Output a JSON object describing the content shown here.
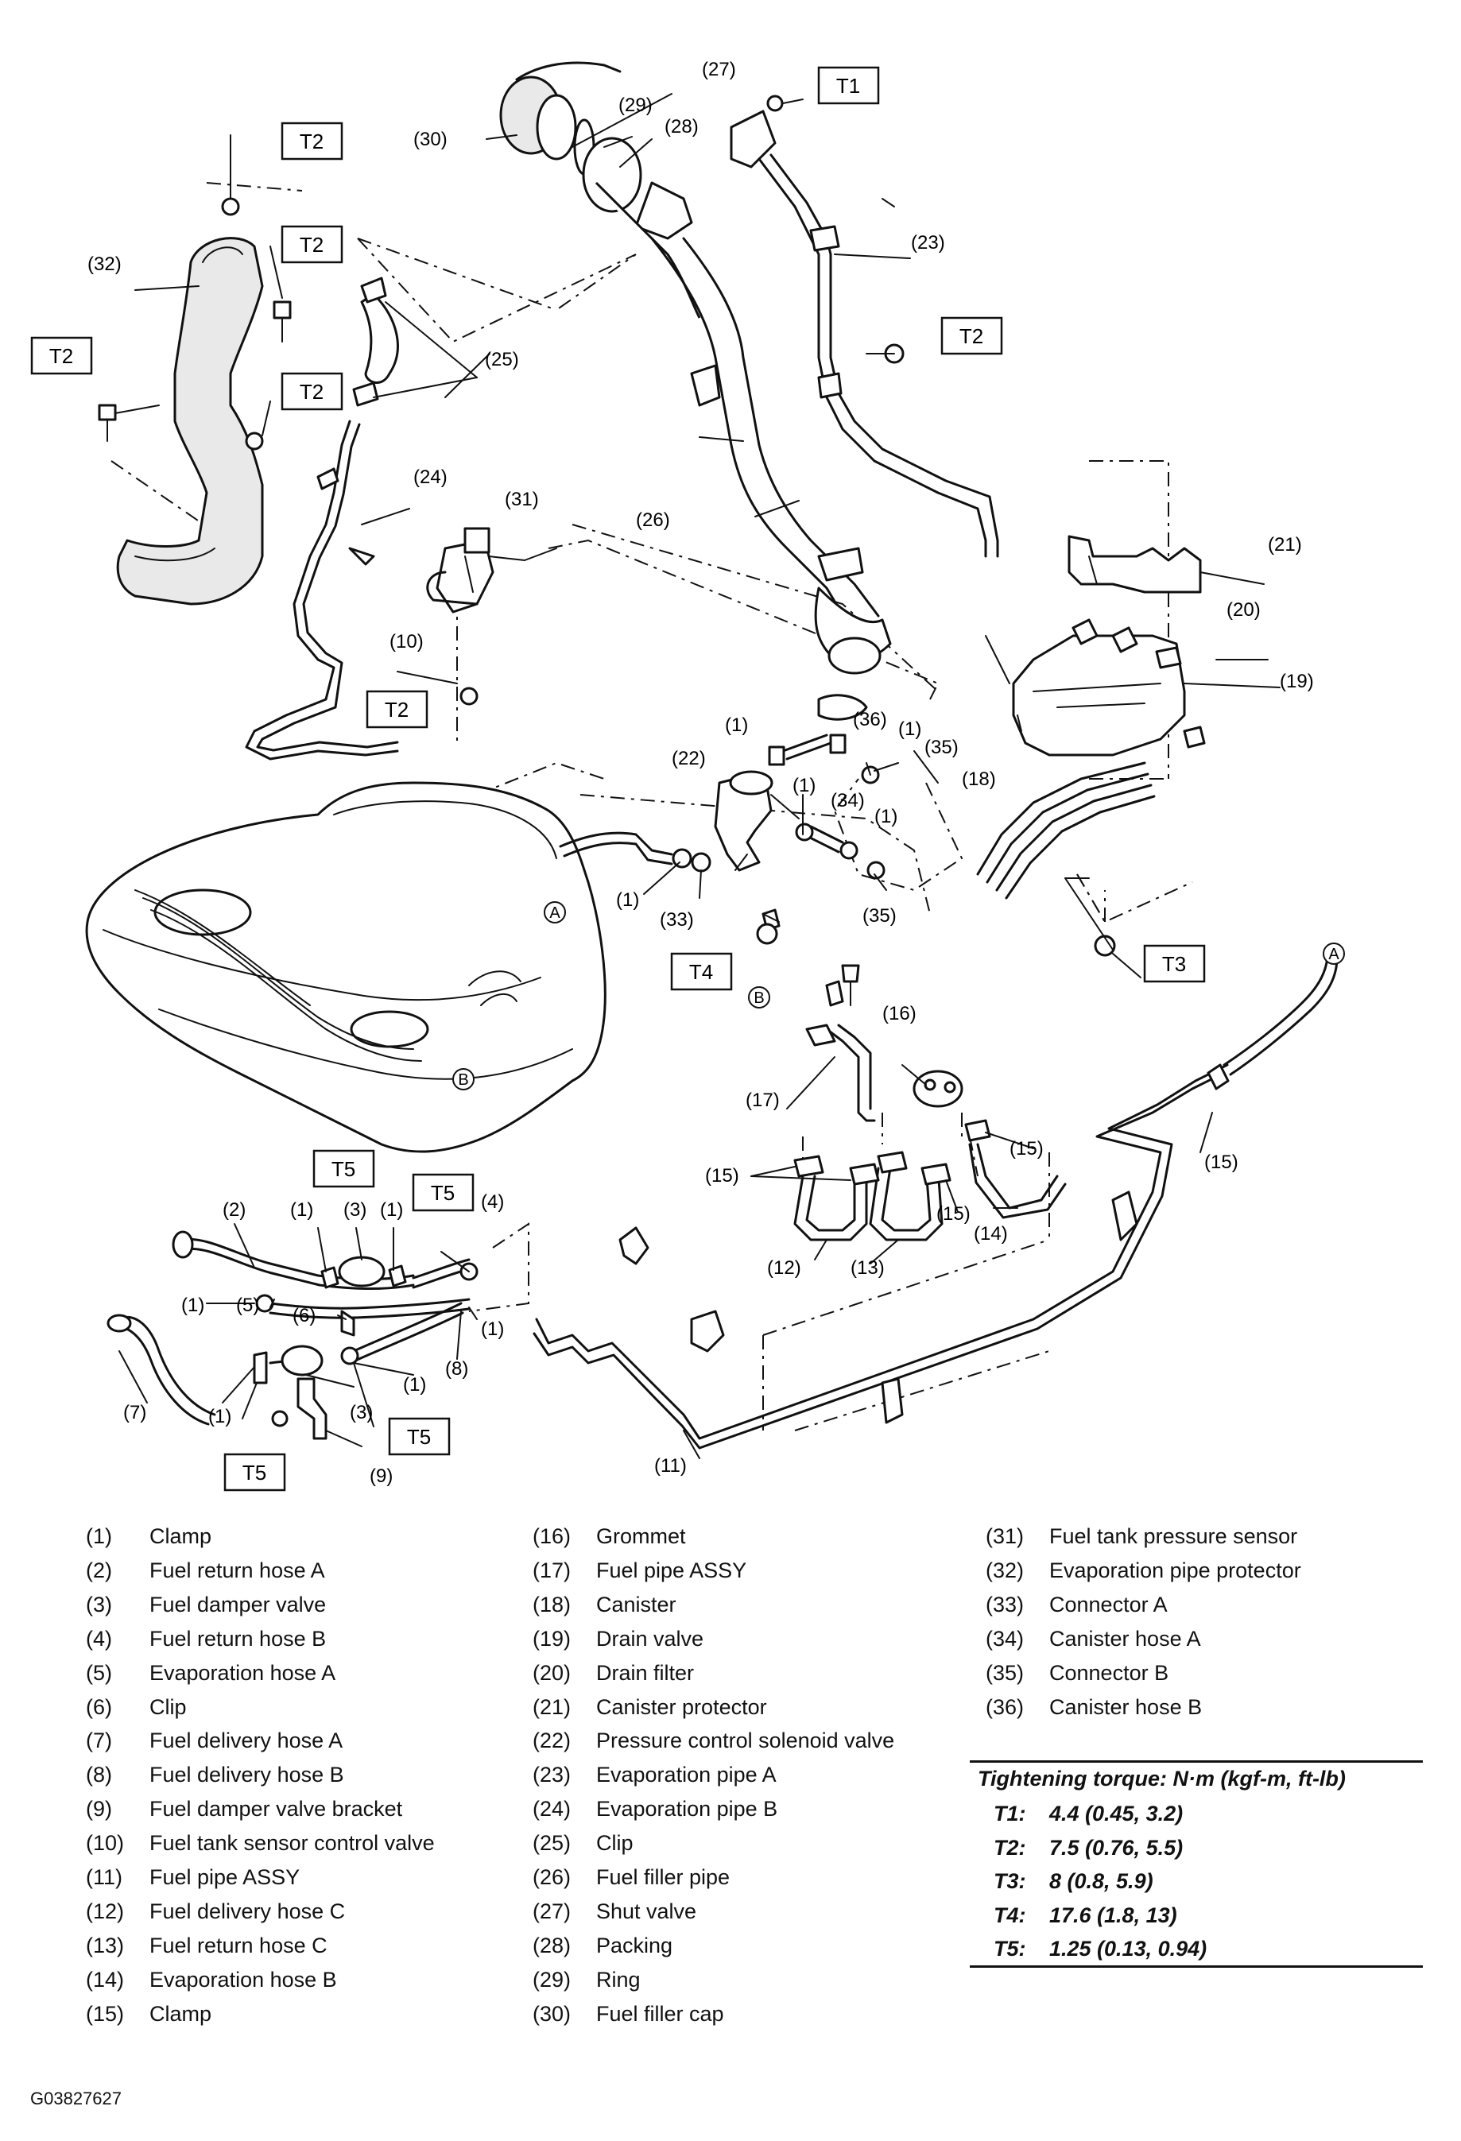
{
  "figure_id": "G03827627",
  "callouts": {
    "c1": "(1)",
    "c2": "(2)",
    "c3": "(3)",
    "c4": "(4)",
    "c5": "(5)",
    "c6": "(6)",
    "c7": "(7)",
    "c8": "(8)",
    "c9": "(9)",
    "c10": "(10)",
    "c11": "(11)",
    "c12": "(12)",
    "c13": "(13)",
    "c14": "(14)",
    "c15": "(15)",
    "c16": "(16)",
    "c17": "(17)",
    "c18": "(18)",
    "c19": "(19)",
    "c20": "(20)",
    "c21": "(21)",
    "c22": "(22)",
    "c23": "(23)",
    "c24": "(24)",
    "c25": "(25)",
    "c26": "(26)",
    "c27": "(27)",
    "c28": "(28)",
    "c29": "(29)",
    "c30": "(30)",
    "c31": "(31)",
    "c32": "(32)",
    "c33": "(33)",
    "c34": "(34)",
    "c35": "(35)",
    "c36": "(36)"
  },
  "torque_tags": {
    "t1": "T1",
    "t2": "T2",
    "t3": "T3",
    "t4": "T4",
    "t5": "T5"
  },
  "connectors": {
    "a": "A",
    "b": "B"
  },
  "legend": {
    "col1": [
      {
        "num": "(1)",
        "label": "Clamp"
      },
      {
        "num": "(2)",
        "label": "Fuel return hose A"
      },
      {
        "num": "(3)",
        "label": "Fuel damper valve"
      },
      {
        "num": "(4)",
        "label": "Fuel return hose B"
      },
      {
        "num": "(5)",
        "label": "Evaporation hose A"
      },
      {
        "num": "(6)",
        "label": "Clip"
      },
      {
        "num": "(7)",
        "label": "Fuel delivery hose A"
      },
      {
        "num": "(8)",
        "label": "Fuel delivery hose B"
      },
      {
        "num": "(9)",
        "label": "Fuel damper valve bracket"
      },
      {
        "num": "(10)",
        "label": "Fuel tank sensor control valve"
      },
      {
        "num": "(11)",
        "label": "Fuel pipe ASSY"
      },
      {
        "num": "(12)",
        "label": "Fuel delivery hose C"
      },
      {
        "num": "(13)",
        "label": "Fuel return hose C"
      },
      {
        "num": "(14)",
        "label": "Evaporation hose B"
      },
      {
        "num": "(15)",
        "label": "Clamp"
      }
    ],
    "col2": [
      {
        "num": "(16)",
        "label": "Grommet"
      },
      {
        "num": "(17)",
        "label": "Fuel pipe ASSY"
      },
      {
        "num": "(18)",
        "label": "Canister"
      },
      {
        "num": "(19)",
        "label": "Drain valve"
      },
      {
        "num": "(20)",
        "label": "Drain filter"
      },
      {
        "num": "(21)",
        "label": "Canister protector"
      },
      {
        "num": "(22)",
        "label": "Pressure control solenoid valve"
      },
      {
        "num": "(23)",
        "label": "Evaporation pipe A"
      },
      {
        "num": "(24)",
        "label": "Evaporation pipe B"
      },
      {
        "num": "(25)",
        "label": "Clip"
      },
      {
        "num": "(26)",
        "label": "Fuel filler pipe"
      },
      {
        "num": "(27)",
        "label": "Shut valve"
      },
      {
        "num": "(28)",
        "label": "Packing"
      },
      {
        "num": "(29)",
        "label": "Ring"
      },
      {
        "num": "(30)",
        "label": "Fuel filler cap"
      }
    ],
    "col3": [
      {
        "num": "(31)",
        "label": "Fuel tank pressure sensor"
      },
      {
        "num": "(32)",
        "label": "Evaporation pipe protector"
      },
      {
        "num": "(33)",
        "label": "Connector A"
      },
      {
        "num": "(34)",
        "label": "Canister hose A"
      },
      {
        "num": "(35)",
        "label": "Connector B"
      },
      {
        "num": "(36)",
        "label": "Canister hose B"
      }
    ]
  },
  "torque": {
    "title": "Tightening torque: N·m (kgf-m, ft-lb)",
    "rows": [
      {
        "tag": "T1:",
        "value": "4.4 (0.45, 3.2)"
      },
      {
        "tag": "T2:",
        "value": "7.5 (0.76, 5.5)"
      },
      {
        "tag": "T3:",
        "value": "8 (0.8, 5.9)"
      },
      {
        "tag": "T4:",
        "value": "17.6 (1.8, 13)"
      },
      {
        "tag": "T5:",
        "value": "1.25 (0.13, 0.94)"
      }
    ]
  }
}
